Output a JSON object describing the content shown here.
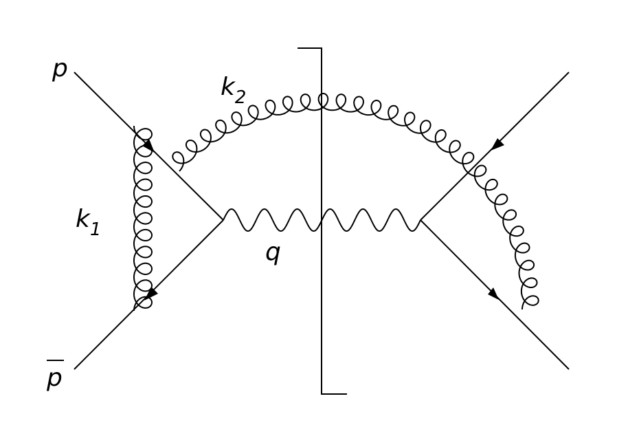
{
  "labels": {
    "p": "p",
    "pbar": "p",
    "k1_base": "k",
    "k1_sub": "1",
    "k2_base": "k",
    "k2_sub": "2",
    "q": "q"
  }
}
